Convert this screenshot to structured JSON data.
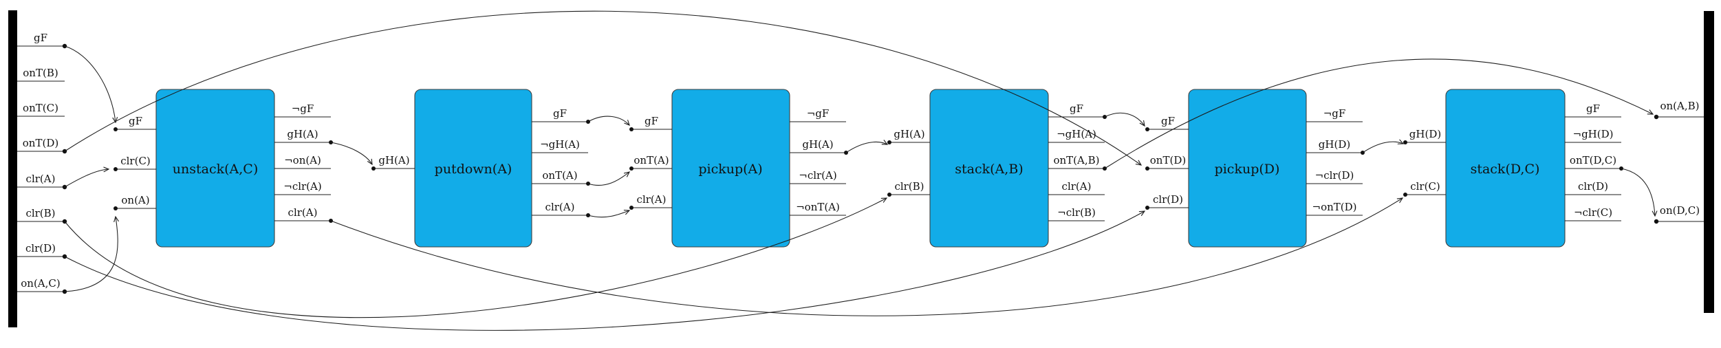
{
  "diagram": {
    "type": "blocks-world plan / causal wiring diagram",
    "colors": {
      "action_fill": "#12ace8",
      "wire": "#1c1c1c",
      "wall": "#000000",
      "background": "#ffffff"
    },
    "initial_state": {
      "facts": [
        {
          "label": "gF",
          "connected": true
        },
        {
          "label": "onT(B)",
          "connected": false
        },
        {
          "label": "onT(C)",
          "connected": false
        },
        {
          "label": "onT(D)",
          "connected": true
        },
        {
          "label": "clr(A)",
          "connected": true
        },
        {
          "label": "clr(B)",
          "connected": true
        },
        {
          "label": "clr(D)",
          "connected": true
        },
        {
          "label": "on(A,C)",
          "connected": true
        }
      ]
    },
    "goal_state": {
      "facts": [
        {
          "label": "on(A,B)"
        },
        {
          "label": "on(D,C)"
        }
      ]
    },
    "actions": [
      {
        "name": "unstack(A,C)",
        "inputs": [
          "gF",
          "clr(C)",
          "on(A)"
        ],
        "outputs": [
          "¬gF",
          "gH(A)",
          "¬on(A)",
          "¬clr(A)",
          "clr(A)"
        ]
      },
      {
        "name": "putdown(A)",
        "inputs": [
          "gH(A)"
        ],
        "outputs": [
          "gF",
          "¬gH(A)",
          "onT(A)",
          "clr(A)"
        ]
      },
      {
        "name": "pickup(A)",
        "inputs": [
          "gF",
          "onT(A)",
          "clr(A)"
        ],
        "outputs": [
          "¬gF",
          "gH(A)",
          "¬clr(A)",
          "¬onT(A)"
        ]
      },
      {
        "name": "stack(A,B)",
        "inputs": [
          "gH(A)",
          "clr(B)"
        ],
        "outputs": [
          "gF",
          "¬gH(A)",
          "onT(A,B)",
          "clr(A)",
          "¬clr(B)"
        ]
      },
      {
        "name": "pickup(D)",
        "inputs": [
          "gF",
          "onT(D)",
          "clr(D)"
        ],
        "outputs": [
          "¬gF",
          "gH(D)",
          "¬clr(D)",
          "¬onT(D)"
        ]
      },
      {
        "name": "stack(D,C)",
        "inputs": [
          "gH(D)",
          "clr(C)"
        ],
        "outputs": [
          "gF",
          "¬gH(D)",
          "onT(D,C)",
          "clr(D)",
          "¬clr(C)"
        ]
      }
    ],
    "connections": [
      {
        "from": "initial.gF",
        "to": "unstack(A,C).gF"
      },
      {
        "from": "initial.clr(A)",
        "to": "unstack(A,C).clr(C)"
      },
      {
        "from": "initial.on(A,C)",
        "to": "unstack(A,C).on(A)"
      },
      {
        "from": "initial.onT(D)",
        "to": "pickup(D).onT(D)"
      },
      {
        "from": "initial.clr(B)",
        "to": "stack(A,B).clr(B)"
      },
      {
        "from": "initial.clr(D)",
        "to": "pickup(D).clr(D)"
      },
      {
        "from": "unstack(A,C).gH(A)",
        "to": "putdown(A).gH(A)"
      },
      {
        "from": "unstack(A,C).clr(A)",
        "to": "stack(D,C).clr(C)"
      },
      {
        "from": "putdown(A).gF",
        "to": "pickup(A).gF"
      },
      {
        "from": "putdown(A).onT(A)",
        "to": "pickup(A).onT(A)"
      },
      {
        "from": "putdown(A).clr(A)",
        "to": "pickup(A).clr(A)"
      },
      {
        "from": "pickup(A).gH(A)",
        "to": "stack(A,B).gH(A)"
      },
      {
        "from": "stack(A,B).gF",
        "to": "pickup(D).gF"
      },
      {
        "from": "stack(A,B).onT(A,B)",
        "to": "goal.on(A,B)"
      },
      {
        "from": "pickup(D).gH(D)",
        "to": "stack(D,C).gH(D)"
      },
      {
        "from": "stack(D,C).onT(D,C)",
        "to": "goal.on(D,C)"
      }
    ]
  }
}
